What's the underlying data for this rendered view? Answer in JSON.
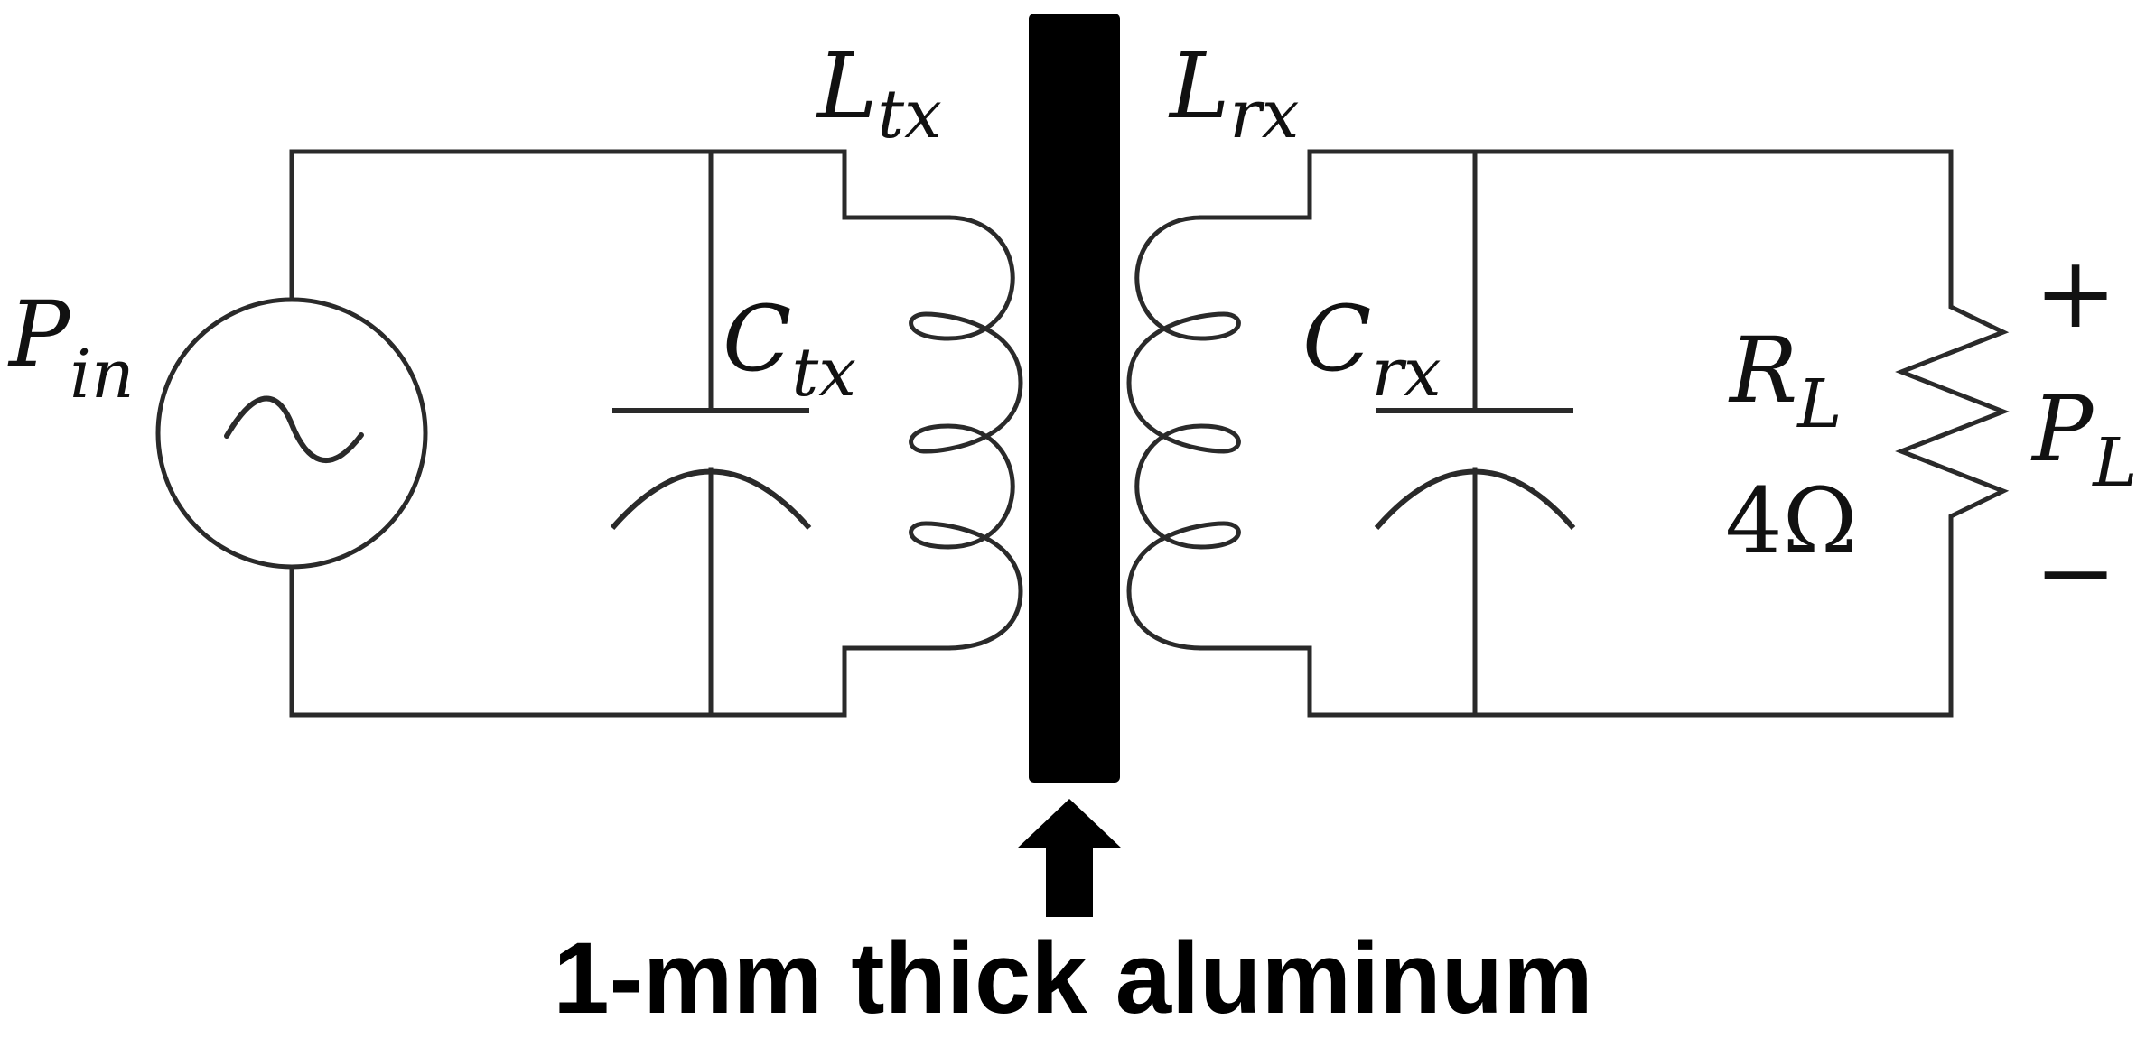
{
  "labels": {
    "source": {
      "main": "P",
      "sub": "in"
    },
    "cap_tx": {
      "main": "C",
      "sub": "tx"
    },
    "ind_tx": {
      "main": "L",
      "sub": "tx"
    },
    "ind_rx": {
      "main": "L",
      "sub": "rx"
    },
    "cap_rx": {
      "main": "C",
      "sub": "rx"
    },
    "load": {
      "main": "R",
      "sub": "L",
      "value": "4Ω"
    },
    "output": {
      "main": "P",
      "sub": "L",
      "plus": "+",
      "minus": "−"
    }
  },
  "barrier": {
    "caption": "1-mm thick aluminum"
  },
  "icons": [
    "ac-source-icon",
    "capacitor-icon",
    "inductor-icon",
    "resistor-icon",
    "arrow-up-icon"
  ]
}
